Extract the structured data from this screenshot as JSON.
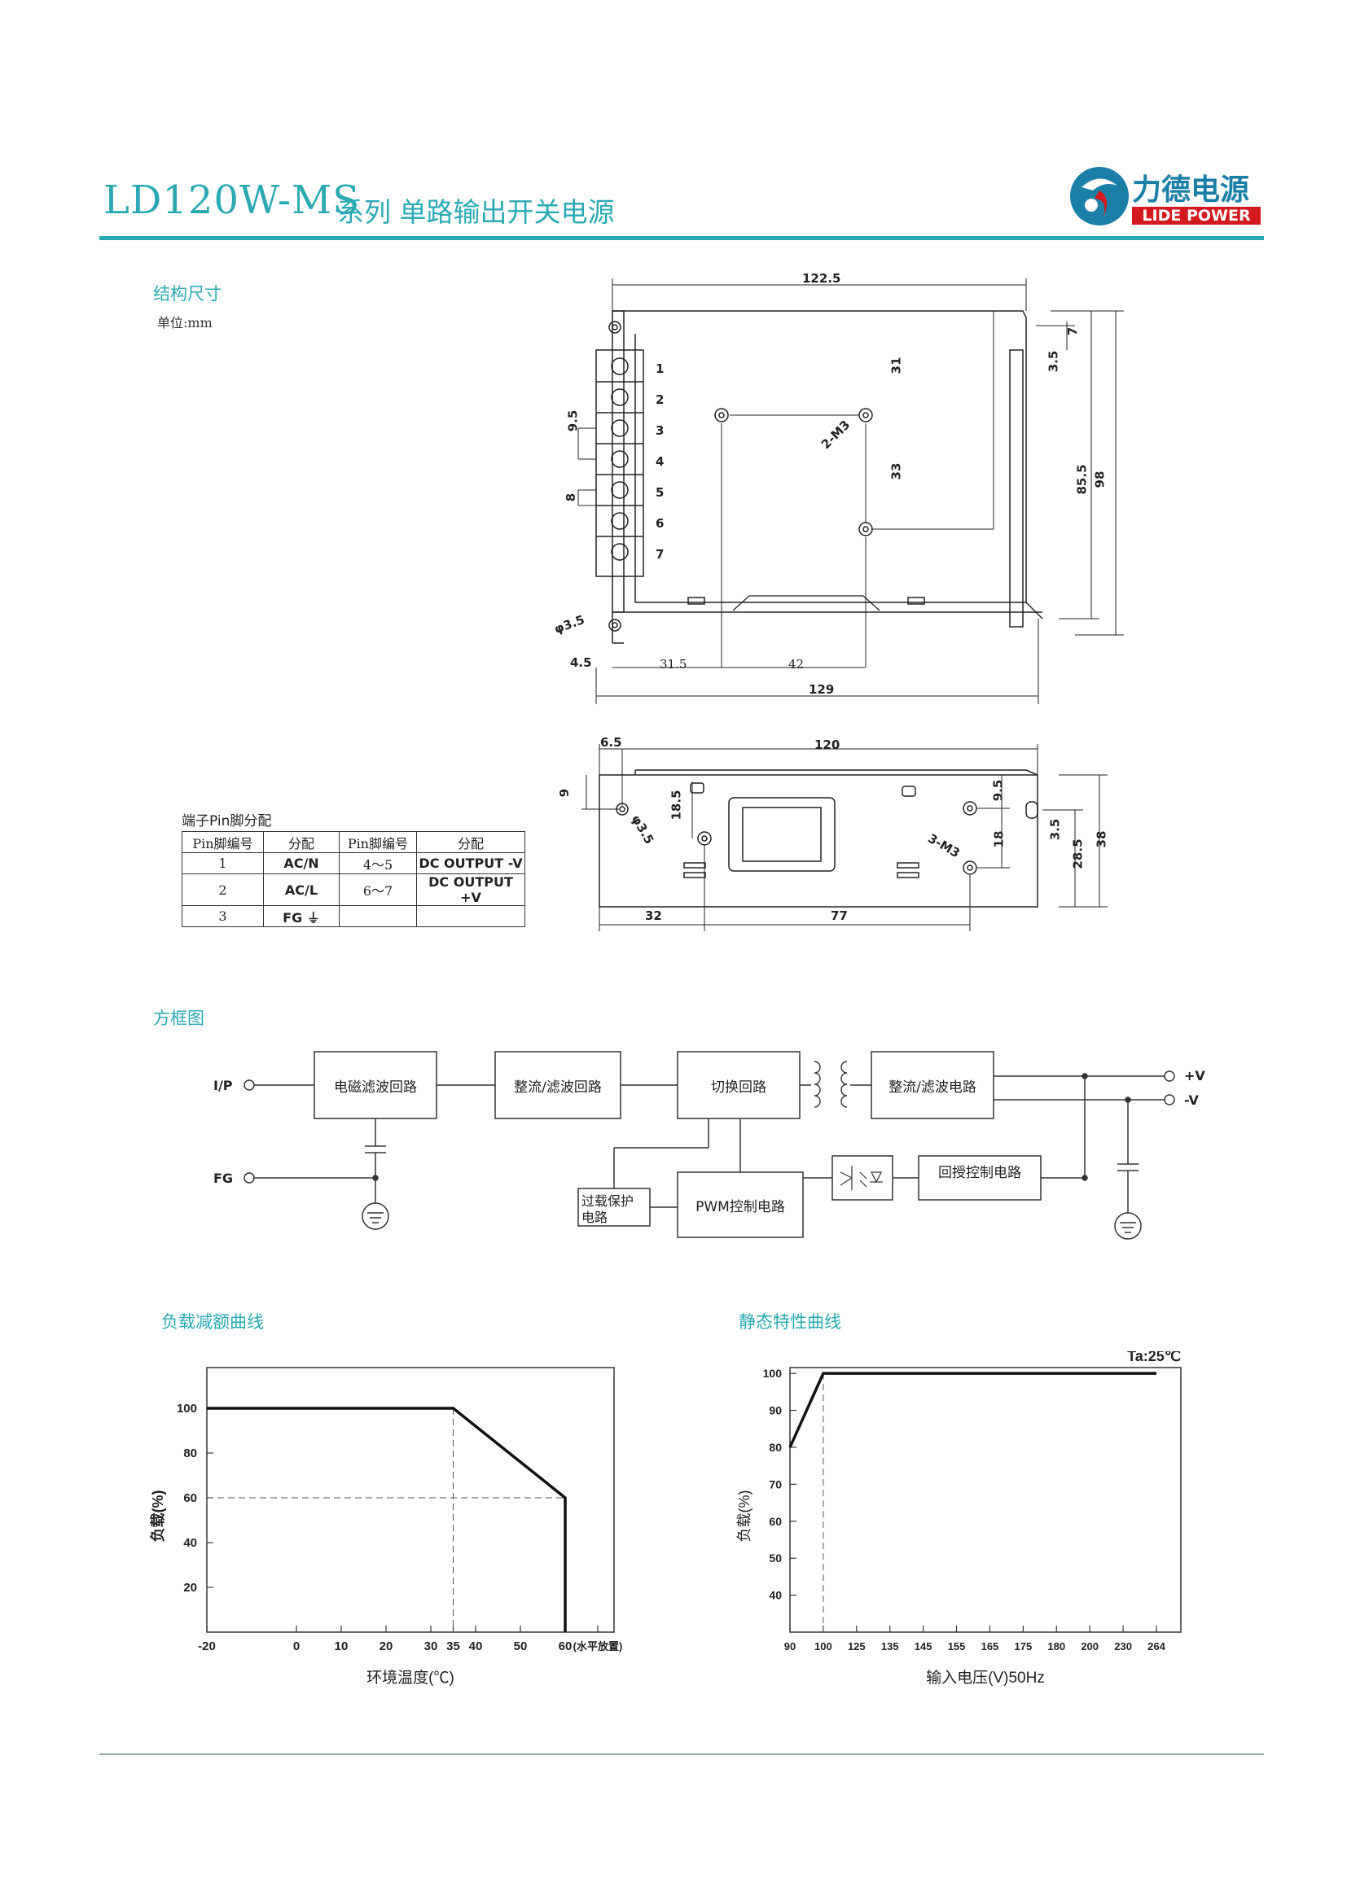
{
  "header": {
    "series": "LD120W-MS",
    "series_suffix": "系列 单路输出开关电源",
    "logo_cn": "力德电源",
    "logo_en": "LIDE POWER"
  },
  "structure": {
    "title": "结构尺寸",
    "unit": "单位:mm",
    "top_view": {
      "pins": [
        "1",
        "2",
        "3",
        "4",
        "5",
        "6",
        "7"
      ],
      "dims": {
        "width_top": "122.5",
        "width_bottom": "129",
        "offset_left": "4.5",
        "pitch": "9.5",
        "terminal_w": "8",
        "hole_dia": "φ3.5",
        "screw": "2-M3",
        "h31": "31",
        "h33": "33",
        "h7": "7",
        "h35": "3.5",
        "h855": "85.5",
        "h98": "98",
        "b315": "31.5",
        "b42": "42"
      }
    },
    "side_view": {
      "dims": {
        "w65": "6.5",
        "w120": "120",
        "h9": "9",
        "h185": "18.5",
        "hole": "φ3.5",
        "screw": "3-M3",
        "h95": "9.5",
        "h18": "18",
        "h35": "3.5",
        "h285": "28.5",
        "h38": "38",
        "b32": "32",
        "b77": "77"
      }
    },
    "pin_table": {
      "caption": "端子Pin脚分配",
      "headers": [
        "Pin脚编号",
        "分配",
        "Pin脚编号",
        "分配"
      ],
      "rows": [
        [
          "1",
          "AC/N",
          "4～5",
          "DC OUTPUT -V"
        ],
        [
          "2",
          "AC/L",
          "6～7",
          "DC OUTPUT +V"
        ],
        [
          "3",
          "FG ⏚",
          "",
          ""
        ]
      ]
    }
  },
  "block_diagram": {
    "title": "方框图",
    "inputs": {
      "ip": "I/P",
      "fg": "FG"
    },
    "outputs": {
      "pos": "+V",
      "neg": "-V"
    },
    "blocks": {
      "emi": "电磁滤波回路",
      "rect1": "整流/滤波回路",
      "switch": "切换回路",
      "rect2": "整流/滤波电路",
      "feedback": "回授控制电路",
      "pwm": "PWM控制电路",
      "overload_l1": "过载保护",
      "overload_l2": "电路"
    }
  },
  "chart_data": [
    {
      "type": "line",
      "title": "负载减额曲线",
      "xlabel": "环境温度(℃)",
      "ylabel": "负载(%)",
      "x_tick_labels": [
        "-20",
        "0",
        "10",
        "20",
        "30",
        "35",
        "40",
        "50",
        "60",
        "(水平放置)"
      ],
      "y_tick_labels": [
        "100",
        "80",
        "60",
        "40",
        "20"
      ],
      "xlim": [
        -20,
        60
      ],
      "ylim": [
        0,
        100
      ],
      "series": [
        {
          "x": [
            -20,
            35,
            60,
            60
          ],
          "y": [
            100,
            100,
            60,
            0
          ]
        }
      ],
      "reference_lines": [
        {
          "x": 35
        },
        {
          "y": 60
        }
      ]
    },
    {
      "type": "line",
      "title": "静态特性曲线",
      "annotation": "Ta:25℃",
      "xlabel": "输入电压(V)50Hz",
      "ylabel": "负载(%)",
      "x_tick_labels": [
        "90",
        "100",
        "125",
        "135",
        "145",
        "155",
        "165",
        "175",
        "180",
        "200",
        "230",
        "264"
      ],
      "y_tick_labels": [
        "100",
        "90",
        "80",
        "70",
        "60",
        "50",
        "40"
      ],
      "ylim": [
        30,
        100
      ],
      "series": [
        {
          "x": [
            "90",
            "100",
            "264"
          ],
          "y": [
            80,
            100,
            100
          ]
        }
      ],
      "reference_lines": [
        {
          "x": "100"
        }
      ]
    }
  ]
}
